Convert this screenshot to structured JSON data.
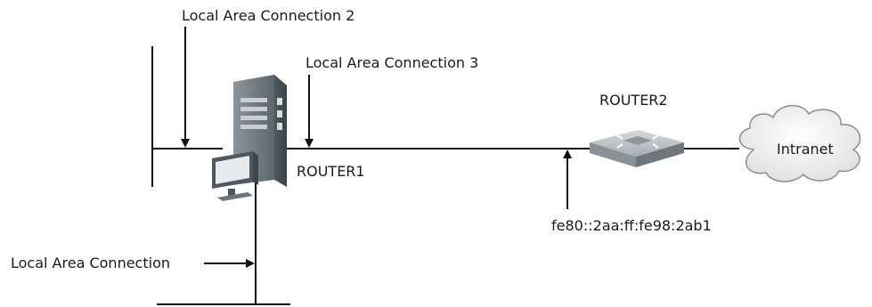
{
  "labels": {
    "lan2": "Local Area Connection 2",
    "lan3": "Local Area Connection 3",
    "lan": "Local Area Connection",
    "router1": "ROUTER1",
    "router2": "ROUTER2",
    "address": "fe80::2aa:ff:fe98:2ab1",
    "cloud": "Intranet"
  },
  "icons": {
    "router1": "server-computer-icon",
    "router2": "router-icon",
    "cloud": "cloud-icon"
  },
  "colors": {
    "line": "#111111",
    "server_dark": "#5f6b73",
    "server_mid": "#9aa3aa",
    "router_top": "#b8bfc4",
    "cloud_fill": "#f4f4f4"
  }
}
